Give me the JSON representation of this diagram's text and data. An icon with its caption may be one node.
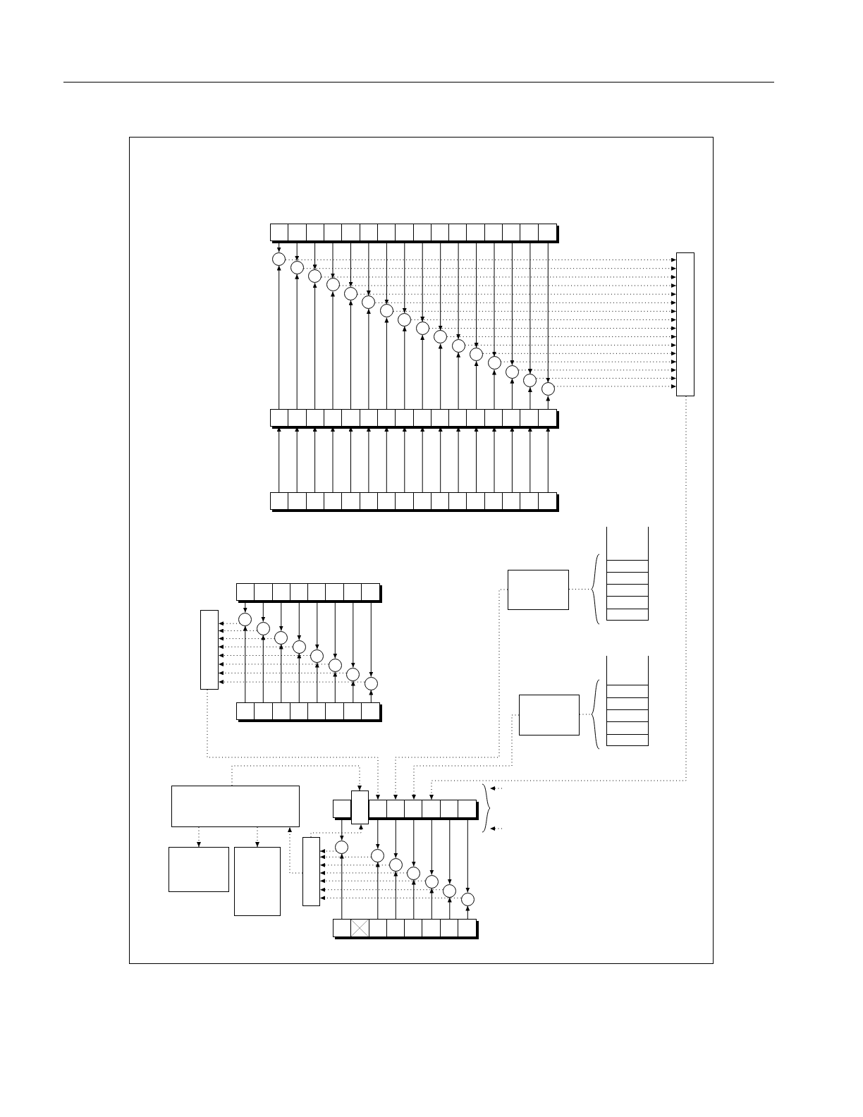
{
  "diagram": {
    "nodes": [
      {
        "text": [],
        "shape": "bar"
      },
      {
        "text": [],
        "shape": "circle"
      },
      {
        "text": [],
        "shape": "circle"
      },
      {
        "text": [],
        "shape": "circle"
      },
      {
        "text": [],
        "shape": "circle"
      },
      {
        "text": [],
        "shape": "circle"
      },
      {
        "text": [],
        "shape": "circle"
      },
      {
        "text": [],
        "shape": "circle"
      },
      {
        "text": [],
        "shape": "circle"
      },
      {
        "text": [],
        "shape": "circle"
      },
      {
        "text": [],
        "shape": "circle"
      },
      {
        "text": [],
        "shape": "circle"
      },
      {
        "text": [],
        "shape": "circle"
      },
      {
        "text": [],
        "shape": "circle"
      },
      {
        "text": [],
        "shape": "circle"
      },
      {
        "text": [],
        "shape": "circle"
      },
      {
        "text": [],
        "shape": "circle"
      },
      {
        "text": [],
        "shape": "bar"
      },
      {
        "text": [],
        "shape": "bar"
      },
      {
        "text": [],
        "shape": "box"
      },
      {
        "text": [],
        "shape": "box"
      },
      {
        "text": [],
        "shape": "brace"
      },
      {
        "text": [],
        "shape": "stack"
      },
      {
        "text": [],
        "shape": "bar"
      },
      {
        "text": [],
        "shape": "box"
      },
      {
        "text": [],
        "shape": "circle"
      },
      {
        "text": [],
        "shape": "circle"
      },
      {
        "text": [],
        "shape": "circle"
      },
      {
        "text": [],
        "shape": "circle"
      },
      {
        "text": [],
        "shape": "circle"
      },
      {
        "text": [],
        "shape": "circle"
      },
      {
        "text": [],
        "shape": "circle"
      },
      {
        "text": [],
        "shape": "circle"
      },
      {
        "text": [],
        "shape": "bar"
      },
      {
        "text": [],
        "shape": "box"
      },
      {
        "text": [],
        "shape": "brace"
      },
      {
        "text": [],
        "shape": "stack"
      },
      {
        "text": [],
        "shape": "box"
      },
      {
        "text": [],
        "shape": "box"
      },
      {
        "text": [],
        "shape": "bar"
      },
      {
        "text": [],
        "shape": "brace"
      },
      {
        "text": [],
        "shape": "box"
      },
      {
        "text": [],
        "shape": "box"
      },
      {
        "text": [],
        "shape": "box"
      },
      {
        "text": [],
        "shape": "circle"
      },
      {
        "text": [],
        "shape": "circle"
      },
      {
        "text": [],
        "shape": "circle"
      },
      {
        "text": [],
        "shape": "circle"
      },
      {
        "text": [],
        "shape": "circle"
      },
      {
        "text": [],
        "shape": "circle"
      },
      {
        "text": [],
        "shape": "circle"
      },
      {
        "text": [],
        "shape": "bar"
      }
    ],
    "edges": [
      {
        "from": 0,
        "to": 1,
        "arrow": "to"
      },
      {
        "from": 0,
        "to": 2,
        "arrow": "to"
      },
      {
        "from": 0,
        "to": 3,
        "arrow": "to"
      },
      {
        "from": 0,
        "to": 4,
        "arrow": "to"
      },
      {
        "from": 0,
        "to": 5,
        "arrow": "to"
      },
      {
        "from": 0,
        "to": 6,
        "arrow": "to"
      },
      {
        "from": 0,
        "to": 7,
        "arrow": "to"
      },
      {
        "from": 0,
        "to": 8,
        "arrow": "to"
      },
      {
        "from": 0,
        "to": 9,
        "arrow": "to"
      },
      {
        "from": 0,
        "to": 10,
        "arrow": "to"
      },
      {
        "from": 0,
        "to": 11,
        "arrow": "to"
      },
      {
        "from": 0,
        "to": 12,
        "arrow": "to"
      },
      {
        "from": 0,
        "to": 13,
        "arrow": "to"
      },
      {
        "from": 0,
        "to": 14,
        "arrow": "to"
      },
      {
        "from": 0,
        "to": 15,
        "arrow": "to"
      },
      {
        "from": 0,
        "to": 16,
        "arrow": "to"
      },
      {
        "from": 17,
        "to": 1,
        "arrow": "to"
      },
      {
        "from": 17,
        "to": 2,
        "arrow": "to"
      },
      {
        "from": 17,
        "to": 3,
        "arrow": "to"
      },
      {
        "from": 17,
        "to": 4,
        "arrow": "to"
      },
      {
        "from": 17,
        "to": 5,
        "arrow": "to"
      },
      {
        "from": 17,
        "to": 6,
        "arrow": "to"
      },
      {
        "from": 17,
        "to": 7,
        "arrow": "to"
      },
      {
        "from": 17,
        "to": 8,
        "arrow": "to"
      },
      {
        "from": 17,
        "to": 9,
        "arrow": "to"
      },
      {
        "from": 17,
        "to": 10,
        "arrow": "to"
      },
      {
        "from": 17,
        "to": 11,
        "arrow": "to"
      },
      {
        "from": 17,
        "to": 12,
        "arrow": "to"
      },
      {
        "from": 17,
        "to": 13,
        "arrow": "to"
      },
      {
        "from": 17,
        "to": 14,
        "arrow": "to"
      },
      {
        "from": 17,
        "to": 15,
        "arrow": "to"
      },
      {
        "from": 17,
        "to": 16,
        "arrow": "to"
      },
      {
        "from": 18,
        "to": 17,
        "arrow": "to"
      },
      {
        "from": 18,
        "to": 17,
        "arrow": "to"
      },
      {
        "from": 18,
        "to": 17,
        "arrow": "to"
      },
      {
        "from": 18,
        "to": 17,
        "arrow": "to"
      },
      {
        "from": 18,
        "to": 17,
        "arrow": "to"
      },
      {
        "from": 18,
        "to": 17,
        "arrow": "to"
      },
      {
        "from": 18,
        "to": 17,
        "arrow": "to"
      },
      {
        "from": 18,
        "to": 17,
        "arrow": "to"
      },
      {
        "from": 18,
        "to": 17,
        "arrow": "to"
      },
      {
        "from": 18,
        "to": 17,
        "arrow": "to"
      },
      {
        "from": 18,
        "to": 17,
        "arrow": "to"
      },
      {
        "from": 18,
        "to": 17,
        "arrow": "to"
      },
      {
        "from": 18,
        "to": 17,
        "arrow": "to"
      },
      {
        "from": 18,
        "to": 17,
        "arrow": "to"
      },
      {
        "from": 18,
        "to": 17,
        "arrow": "to"
      },
      {
        "from": 18,
        "to": 17,
        "arrow": "to"
      },
      {
        "from": 1,
        "to": 19,
        "arrow": "to",
        "style": "dashed"
      },
      {
        "from": 2,
        "to": 19,
        "arrow": "to",
        "style": "dashed"
      },
      {
        "from": 3,
        "to": 19,
        "arrow": "to",
        "style": "dashed"
      },
      {
        "from": 4,
        "to": 19,
        "arrow": "to",
        "style": "dashed"
      },
      {
        "from": 5,
        "to": 19,
        "arrow": "to",
        "style": "dashed"
      },
      {
        "from": 6,
        "to": 19,
        "arrow": "to",
        "style": "dashed"
      },
      {
        "from": 7,
        "to": 19,
        "arrow": "to",
        "style": "dashed"
      },
      {
        "from": 8,
        "to": 19,
        "arrow": "to",
        "style": "dashed"
      },
      {
        "from": 9,
        "to": 19,
        "arrow": "to",
        "style": "dashed"
      },
      {
        "from": 10,
        "to": 19,
        "arrow": "to",
        "style": "dashed"
      },
      {
        "from": 11,
        "to": 19,
        "arrow": "to",
        "style": "dashed"
      },
      {
        "from": 12,
        "to": 19,
        "arrow": "to",
        "style": "dashed"
      },
      {
        "from": 13,
        "to": 19,
        "arrow": "to",
        "style": "dashed"
      },
      {
        "from": 14,
        "to": 19,
        "arrow": "to",
        "style": "dashed"
      },
      {
        "from": 15,
        "to": 19,
        "arrow": "to",
        "style": "dashed"
      },
      {
        "from": 16,
        "to": 19,
        "arrow": "to",
        "style": "dashed"
      },
      {
        "from": 19,
        "to": 39,
        "arrow": "to",
        "style": "dashed"
      },
      {
        "from": 20,
        "to": 21,
        "arrow": "none",
        "style": "dashed"
      },
      {
        "from": 23,
        "to": 25,
        "arrow": "to"
      },
      {
        "from": 23,
        "to": 26,
        "arrow": "to"
      },
      {
        "from": 23,
        "to": 27,
        "arrow": "to"
      },
      {
        "from": 23,
        "to": 28,
        "arrow": "to"
      },
      {
        "from": 23,
        "to": 29,
        "arrow": "to"
      },
      {
        "from": 23,
        "to": 30,
        "arrow": "to"
      },
      {
        "from": 23,
        "to": 31,
        "arrow": "to"
      },
      {
        "from": 23,
        "to": 32,
        "arrow": "to"
      },
      {
        "from": 33,
        "to": 25,
        "arrow": "to"
      },
      {
        "from": 33,
        "to": 26,
        "arrow": "to"
      },
      {
        "from": 33,
        "to": 27,
        "arrow": "to"
      },
      {
        "from": 33,
        "to": 28,
        "arrow": "to"
      },
      {
        "from": 33,
        "to": 29,
        "arrow": "to"
      },
      {
        "from": 33,
        "to": 30,
        "arrow": "to"
      },
      {
        "from": 33,
        "to": 31,
        "arrow": "to"
      },
      {
        "from": 33,
        "to": 32,
        "arrow": "to"
      },
      {
        "from": 25,
        "to": 24,
        "arrow": "to",
        "style": "dashed"
      },
      {
        "from": 26,
        "to": 24,
        "arrow": "to",
        "style": "dashed"
      },
      {
        "from": 27,
        "to": 24,
        "arrow": "to",
        "style": "dashed"
      },
      {
        "from": 28,
        "to": 24,
        "arrow": "to",
        "style": "dashed"
      },
      {
        "from": 29,
        "to": 24,
        "arrow": "to",
        "style": "dashed"
      },
      {
        "from": 30,
        "to": 24,
        "arrow": "to",
        "style": "dashed"
      },
      {
        "from": 31,
        "to": 24,
        "arrow": "to",
        "style": "dashed"
      },
      {
        "from": 32,
        "to": 24,
        "arrow": "to",
        "style": "dashed"
      },
      {
        "from": 24,
        "to": 39,
        "arrow": "to",
        "style": "dashed"
      },
      {
        "from": 34,
        "to": 35,
        "arrow": "none",
        "style": "dashed"
      },
      {
        "from": 20,
        "to": 39,
        "arrow": "to",
        "style": "dashed"
      },
      {
        "from": 34,
        "to": 39,
        "arrow": "to",
        "style": "dashed"
      },
      {
        "from": 37,
        "to": 38,
        "arrow": "to",
        "style": "dashed"
      },
      {
        "from": null,
        "to": 40,
        "arrow": "to",
        "style": "dashed"
      },
      {
        "from": null,
        "to": 40,
        "arrow": "to",
        "style": "dashed"
      },
      {
        "from": 37,
        "to": 41,
        "arrow": "to",
        "style": "dashed"
      },
      {
        "from": 37,
        "to": 42,
        "arrow": "to",
        "style": "dashed"
      },
      {
        "from": 39,
        "to": 44,
        "arrow": "to"
      },
      {
        "from": 39,
        "to": 45,
        "arrow": "to"
      },
      {
        "from": 39,
        "to": 46,
        "arrow": "to"
      },
      {
        "from": 39,
        "to": 47,
        "arrow": "to"
      },
      {
        "from": 39,
        "to": 48,
        "arrow": "to"
      },
      {
        "from": 39,
        "to": 49,
        "arrow": "to"
      },
      {
        "from": 39,
        "to": 50,
        "arrow": "to"
      },
      {
        "from": 51,
        "to": 44,
        "arrow": "to"
      },
      {
        "from": 51,
        "to": 45,
        "arrow": "to"
      },
      {
        "from": 51,
        "to": 46,
        "arrow": "to"
      },
      {
        "from": 51,
        "to": 47,
        "arrow": "to"
      },
      {
        "from": 51,
        "to": 48,
        "arrow": "to"
      },
      {
        "from": 51,
        "to": 49,
        "arrow": "to"
      },
      {
        "from": 51,
        "to": 50,
        "arrow": "to"
      },
      {
        "from": 44,
        "to": 43,
        "arrow": "to",
        "style": "dashed"
      },
      {
        "from": 45,
        "to": 43,
        "arrow": "to",
        "style": "dashed"
      },
      {
        "from": 46,
        "to": 43,
        "arrow": "to",
        "style": "dashed"
      },
      {
        "from": 47,
        "to": 43,
        "arrow": "to",
        "style": "dashed"
      },
      {
        "from": 48,
        "to": 43,
        "arrow": "to",
        "style": "dashed"
      },
      {
        "from": 49,
        "to": 43,
        "arrow": "to",
        "style": "dashed"
      },
      {
        "from": 50,
        "to": 43,
        "arrow": "to",
        "style": "dashed"
      },
      {
        "from": 43,
        "to": 38,
        "arrow": "to",
        "style": "dashed"
      },
      {
        "from": 43,
        "to": 37,
        "arrow": "to",
        "style": "dashed"
      }
    ]
  }
}
